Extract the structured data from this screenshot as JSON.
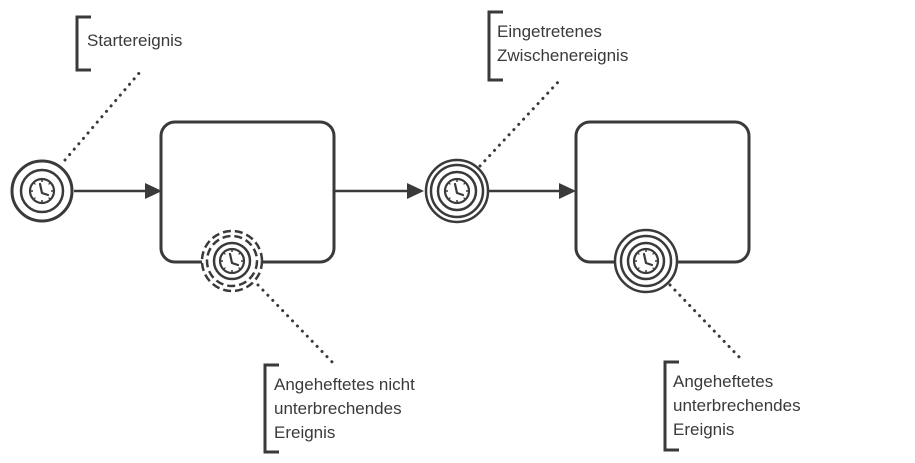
{
  "annotations": {
    "start_event": [
      "Startereignis"
    ],
    "intermediate_event": [
      "Eingetretenes",
      "Zwischenereignis"
    ],
    "non_interrupting_boundary": [
      "Angeheftetes nicht",
      "unterbrechendes",
      "Ereignis"
    ],
    "interrupting_boundary": [
      "Angeheftetes",
      "unterbrechendes",
      "Ereignis"
    ]
  },
  "colors": {
    "stroke": "#3a3a3a",
    "text": "#3a3a3a",
    "background": "#ffffff"
  },
  "icons": {
    "event_marker": "clock-icon"
  }
}
